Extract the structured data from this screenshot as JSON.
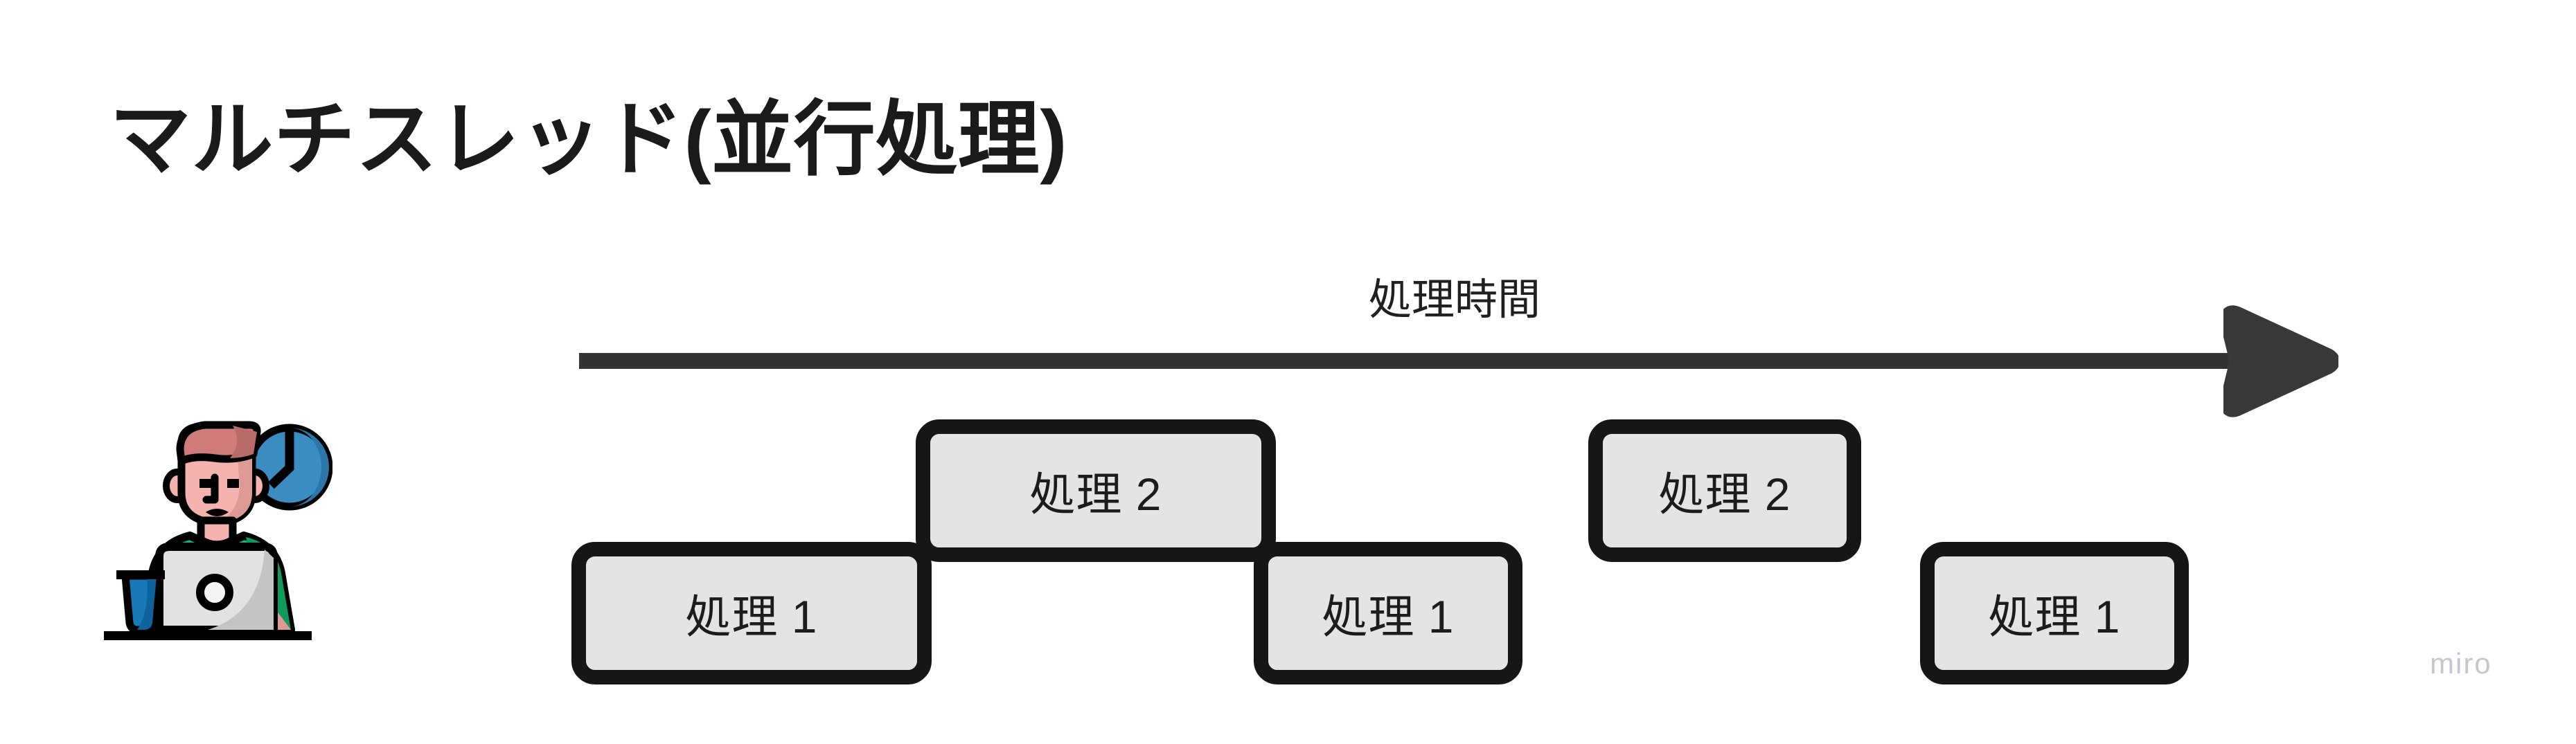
{
  "page": {
    "background_color": "#ffffff",
    "watermark": "miro"
  },
  "title": "マルチスレッド(並行処理)",
  "timeline": {
    "label": "処理時間",
    "arrow_direction": "right",
    "line_color": "#333333",
    "arrowhead_color": "#383838"
  },
  "illustration": {
    "name": "person-at-laptop-with-clock",
    "colors": {
      "skin": "#f4b3ae",
      "skin_shadow": "#dd9a95",
      "cap": "#cf7b79",
      "shirt": "#14b56d",
      "shirt_shadow": "#0f9a5c",
      "laptop": "#e2e2e2",
      "laptop_shadow": "#c4c4c4",
      "cup": "#1878b8",
      "cup_shadow": "#0f639c",
      "clock": "#3b8cc0",
      "clock_shadow": "#2b77aa",
      "outline": "#000000"
    }
  },
  "blocks": {
    "box_fill": "#e4e4e4",
    "box_border": "#161616",
    "items": [
      {
        "label": "処理 1",
        "lane": "lower",
        "order": 1
      },
      {
        "label": "処理 2",
        "lane": "upper",
        "order": 2
      },
      {
        "label": "処理 1",
        "lane": "lower",
        "order": 3
      },
      {
        "label": "処理 2",
        "lane": "upper",
        "order": 4
      },
      {
        "label": "処理 1",
        "lane": "lower",
        "order": 5
      }
    ]
  }
}
